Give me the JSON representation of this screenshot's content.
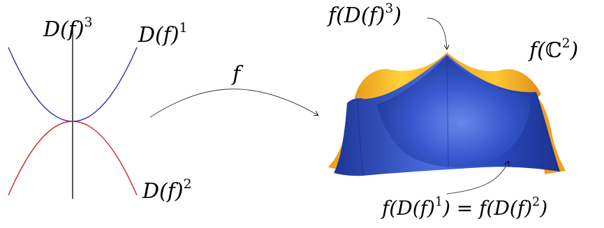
{
  "labels": {
    "d3": "D(f)",
    "d3_exp": "3",
    "d1": "D(f)",
    "d1_exp": "1",
    "d2": "D(f)",
    "d2_exp": "2",
    "map": "f",
    "top_left": "f(D(f)",
    "top_exp": "3",
    "top_right": ")",
    "image_f": "f(",
    "image_set": "ℂ",
    "image_exp": "2",
    "image_close": ")",
    "bottom_a": "f(D(f)",
    "bottom_a_exp": "1",
    "bottom_mid": ") = f(D(f)",
    "bottom_b_exp": "2",
    "bottom_close": ")"
  },
  "colors": {
    "curve_up": "#2b2bb5",
    "curve_down": "#cc2222",
    "axis": "#000000",
    "surface_blue": "#2f4fc4",
    "surface_orange": "#f0a020"
  }
}
